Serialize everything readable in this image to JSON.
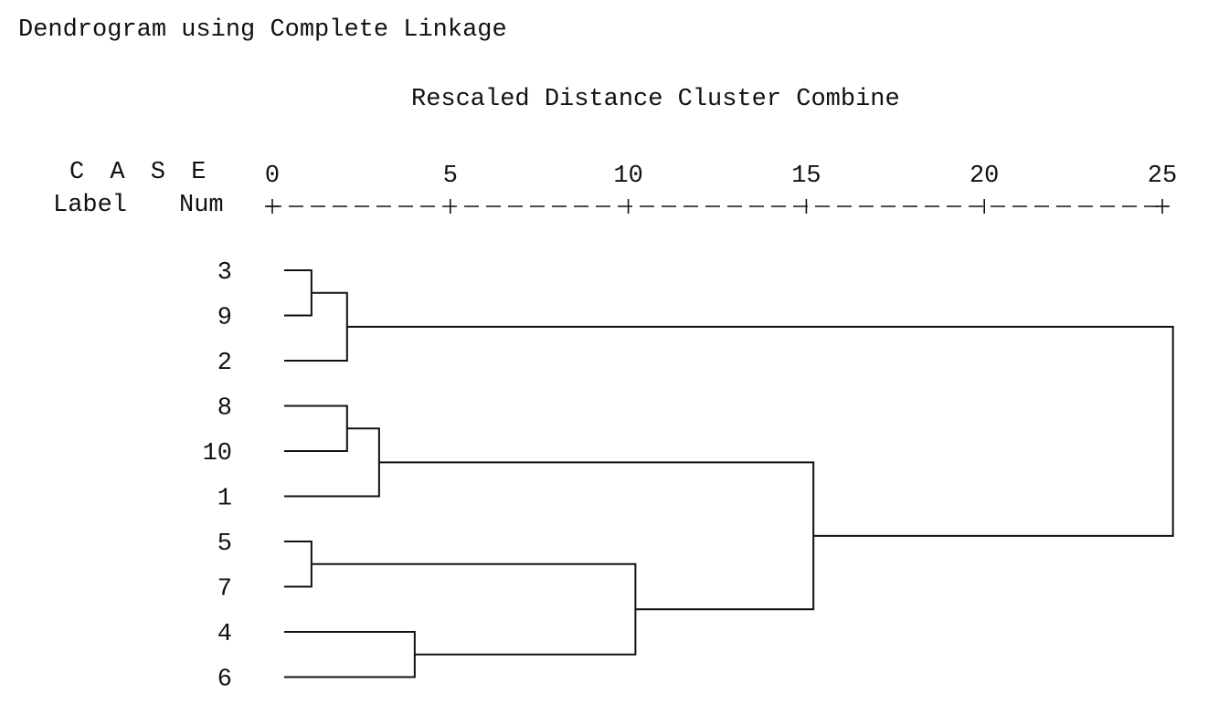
{
  "chart_data": {
    "type": "dendrogram",
    "title": "Dendrogram using Complete Linkage",
    "subtitle": "Rescaled Distance Cluster Combine",
    "header_case": "C A S E",
    "header_label": "Label",
    "header_num": "Num",
    "xlabel": "Rescaled Distance Cluster Combine",
    "xlim": [
      0,
      25
    ],
    "ticks": [
      0,
      5,
      10,
      15,
      20,
      25
    ],
    "tick_labels": [
      "0",
      "5",
      "10",
      "15",
      "20",
      "25"
    ],
    "leaf_order": [
      "3",
      "9",
      "2",
      "8",
      "10",
      "1",
      "5",
      "7",
      "4",
      "6"
    ],
    "merges": [
      {
        "left": "3",
        "right": "9",
        "distance": 1.1
      },
      {
        "left": "3+9",
        "right": "2",
        "distance": 2.1
      },
      {
        "left": "8",
        "right": "10",
        "distance": 2.1
      },
      {
        "left": "8+10",
        "right": "1",
        "distance": 3.0
      },
      {
        "left": "5",
        "right": "7",
        "distance": 1.1
      },
      {
        "left": "4",
        "right": "6",
        "distance": 4.0
      },
      {
        "left": "5+7",
        "right": "4+6",
        "distance": 10.2
      },
      {
        "left": "8+10+1",
        "right": "5+7+4+6",
        "distance": 15.2
      },
      {
        "left": "3+9+2",
        "right": "8+10+1+5+7+4+6",
        "distance": 25.3
      }
    ]
  }
}
